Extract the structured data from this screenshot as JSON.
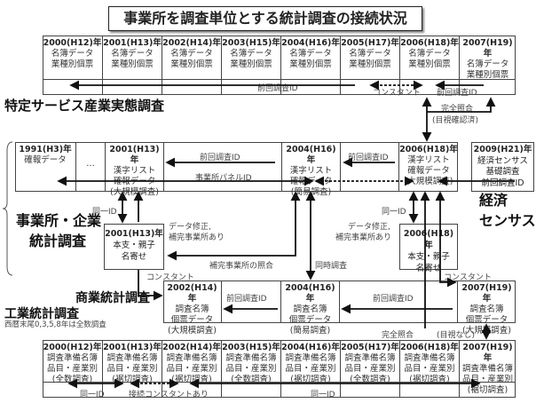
{
  "title": "事業所を調査単位とする統計調査の接続状況",
  "service_survey": {
    "label": "特定サービス産業実態調査",
    "cells": [
      [
        "2000(H12)年",
        "名簿データ",
        "業種別個票"
      ],
      [
        "2001(H13)年",
        "名簿データ",
        "業種別個票"
      ],
      [
        "2002(H14)年",
        "名簿データ",
        "業種別個票"
      ],
      [
        "2003(H15)年",
        "名簿データ",
        "業種別個票"
      ],
      [
        "2004(H16)年",
        "名簿データ",
        "業種別個票"
      ],
      [
        "2005(H17)年",
        "名簿データ",
        "業種別個票"
      ],
      [
        "2006(H18)年",
        "名簿データ",
        "業種別個票"
      ],
      [
        "2007(H19)年",
        "名簿データ",
        "業種別個票"
      ]
    ],
    "prev_id_1": "前回調査ID",
    "constant": "コンスタント",
    "prev_id_2": "前回調査ID",
    "full_match": "完全照合",
    "visual_checked": "(目視確認済)"
  },
  "establishment_survey": {
    "label_line1": "事業所・企業",
    "label_line2": "統計調査",
    "cells": [
      [
        "1991(H3)年",
        "確報データ"
      ],
      [
        "…"
      ],
      [
        "2001(H13)年",
        "漢字リスト",
        "確報データ",
        "(大規模調査)"
      ],
      [],
      [
        "2004(H16)年",
        "漢字リスト",
        "確報データ",
        "(簡易調査)"
      ],
      [],
      [
        "2006(H18)年",
        "漢字リスト",
        "確報データ",
        "(大規模調査)"
      ]
    ],
    "prev_id_1": "前回調査ID",
    "prev_id_2": "前回調査ID",
    "panel_id": "事業所パネルID",
    "same_id_1": "同一ID",
    "same_id_2": "同一ID",
    "data_fix_1a": "データ修正,",
    "data_fix_1b": "補完事業所あり",
    "data_fix_2a": "データ修正,",
    "data_fix_2b": "補完事業所あり",
    "supplement_match": "補完事業所の照合",
    "simultaneous": "同時調査",
    "constant_1": "コンスタント",
    "constant_2": "コンスタント",
    "nayose_2001": [
      "2001(H13)年",
      "本支・親子",
      "名寄せ"
    ],
    "nayose_2006": [
      "2006(H18)年",
      "本支・親子",
      "名寄せ"
    ]
  },
  "economic_census": {
    "label_line1": "経済",
    "label_line2": "センサス",
    "box": [
      "2009(H21)年",
      "経済センサス",
      "基礎調査",
      "前回調査ID"
    ]
  },
  "commerce_survey": {
    "label": "商業統計調査",
    "cells": [
      [
        "2002(H14)年",
        "調査名簿",
        "個票データ",
        "(大規模調査)"
      ],
      [],
      [
        "2004(H16)年",
        "調査名簿",
        "個票データ",
        "(簡易調査)"
      ],
      [],
      [
        "2007(H19)年",
        "調査名簿",
        "個票データ",
        "(大規模調査)"
      ]
    ],
    "prev_id_1": "前回調査ID",
    "prev_id_2": "前回調査ID",
    "full_match": "完全照合",
    "no_visual": "(目視なし)"
  },
  "industry_survey": {
    "label": "工業統計調査",
    "note": "西暦末尾0,3,5,8年は全数調査",
    "cells": [
      [
        "2000(H12)年",
        "調査準備名簿",
        "品目・産業別",
        "(全数調査)"
      ],
      [
        "2001(H13)年",
        "調査準備名簿",
        "品目・産業別",
        "(裾切調査)"
      ],
      [
        "2002(H14)年",
        "調査準備名簿",
        "品目・産業別",
        "(裾切調査)"
      ],
      [
        "2003(H15)年",
        "調査準備名簿",
        "品目・産業別",
        "(全数調査)"
      ],
      [
        "2004(H16)年",
        "調査準備名簿",
        "品目・産業別",
        "(裾切調査)"
      ],
      [
        "2005(H17)年",
        "調査準備名簿",
        "品目・産業別",
        "(全数調査)"
      ],
      [
        "2006(H18)年",
        "調査準備名簿",
        "品目・産業別",
        "(裾切調査)"
      ],
      [
        "2007(H19)年",
        "調査準備名簿",
        "品目・産業別",
        "(裾切調査)"
      ]
    ],
    "same_id_1": "同一ID",
    "constant": "接続コンスタントあり",
    "same_id_2": "同一ID"
  }
}
